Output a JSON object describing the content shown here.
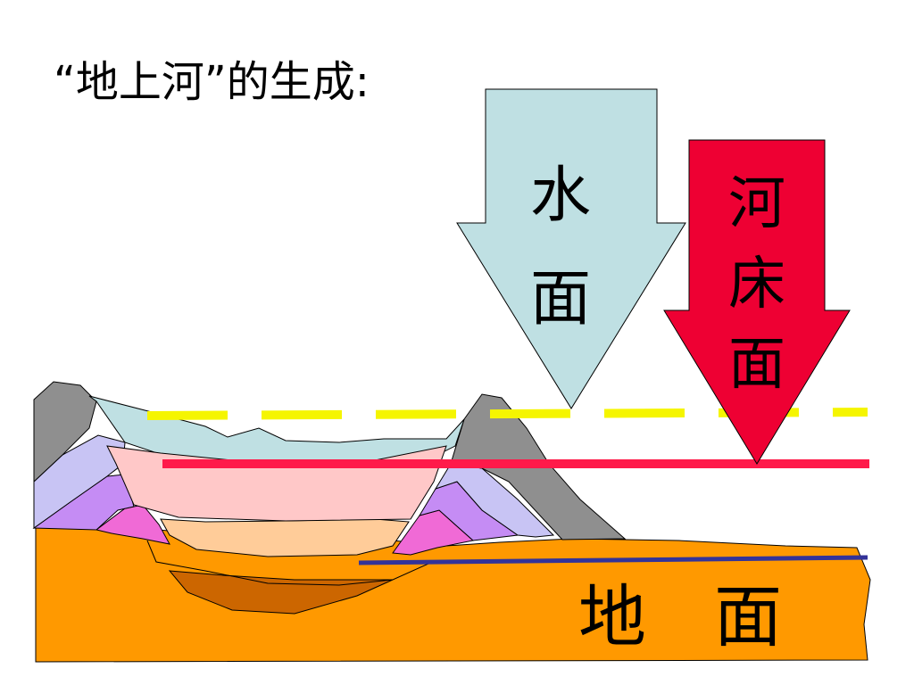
{
  "title": "“地上河”的生成:",
  "labels": {
    "water_surface": [
      "水",
      "面"
    ],
    "riverbed_surface": [
      "河",
      "床",
      "面"
    ],
    "ground_surface": "地　面"
  },
  "colors": {
    "water_arrow": "#bfe0e3",
    "riverbed_arrow": "#ee0033",
    "water_level_line": "#f5f500",
    "riverbed_line": "#ff1a4a",
    "ground_line": "#333399",
    "ground_fill": "#ff9900",
    "rock_fill": "#8f8f8f",
    "water_fill": "#bfe0e3",
    "sediment_pink": "#ffc8c8",
    "sediment_lavender": "#c8c4f4",
    "sediment_purple": "#c58cf4",
    "sediment_magenta": "#f06ad6",
    "sediment_peach": "#ffcc99",
    "sediment_brown": "#cc6600"
  }
}
